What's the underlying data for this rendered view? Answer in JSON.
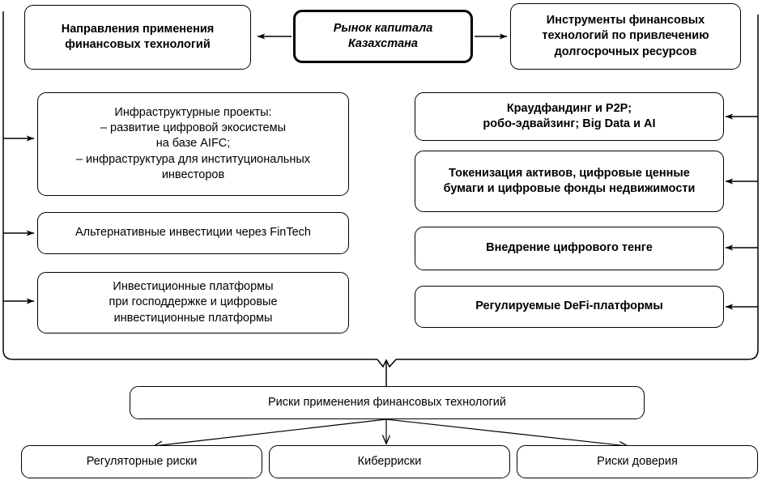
{
  "diagram": {
    "title_center": "Рынок капитала\nКазахстана",
    "left_header": "Направления применения\nфинансовых технологий",
    "right_header": "Инструменты финансовых\nтехнологий по привлечению\nдолгосрочных ресурсов",
    "left_items": [
      "Инфраструктурные проекты:\n– развитие цифровой экосистемы\nна базе AIFC;\n– инфраструктура для институциональных\nинвесторов",
      "Альтернативные инвестиции через FinTech",
      "Инвестиционные платформы\nпри господдержке и цифровые\nинвестиционные платформы"
    ],
    "right_items": [
      "Краудфандинг и P2P;\nробо-эдвайзинг; Big Data и AI",
      "Токенизация активов, цифровые ценные\nбумаги и цифровые фонды недвижимости",
      "Внедрение цифрового тенге",
      "Регулируемые DeFi-платформы"
    ],
    "risks_header": "Риски применения финансовых технологий",
    "risks_items": [
      "Регуляторные риски",
      "Киберриски",
      "Риски доверия"
    ],
    "colors": {
      "stroke": "#000000",
      "fill": "#ffffff"
    }
  }
}
